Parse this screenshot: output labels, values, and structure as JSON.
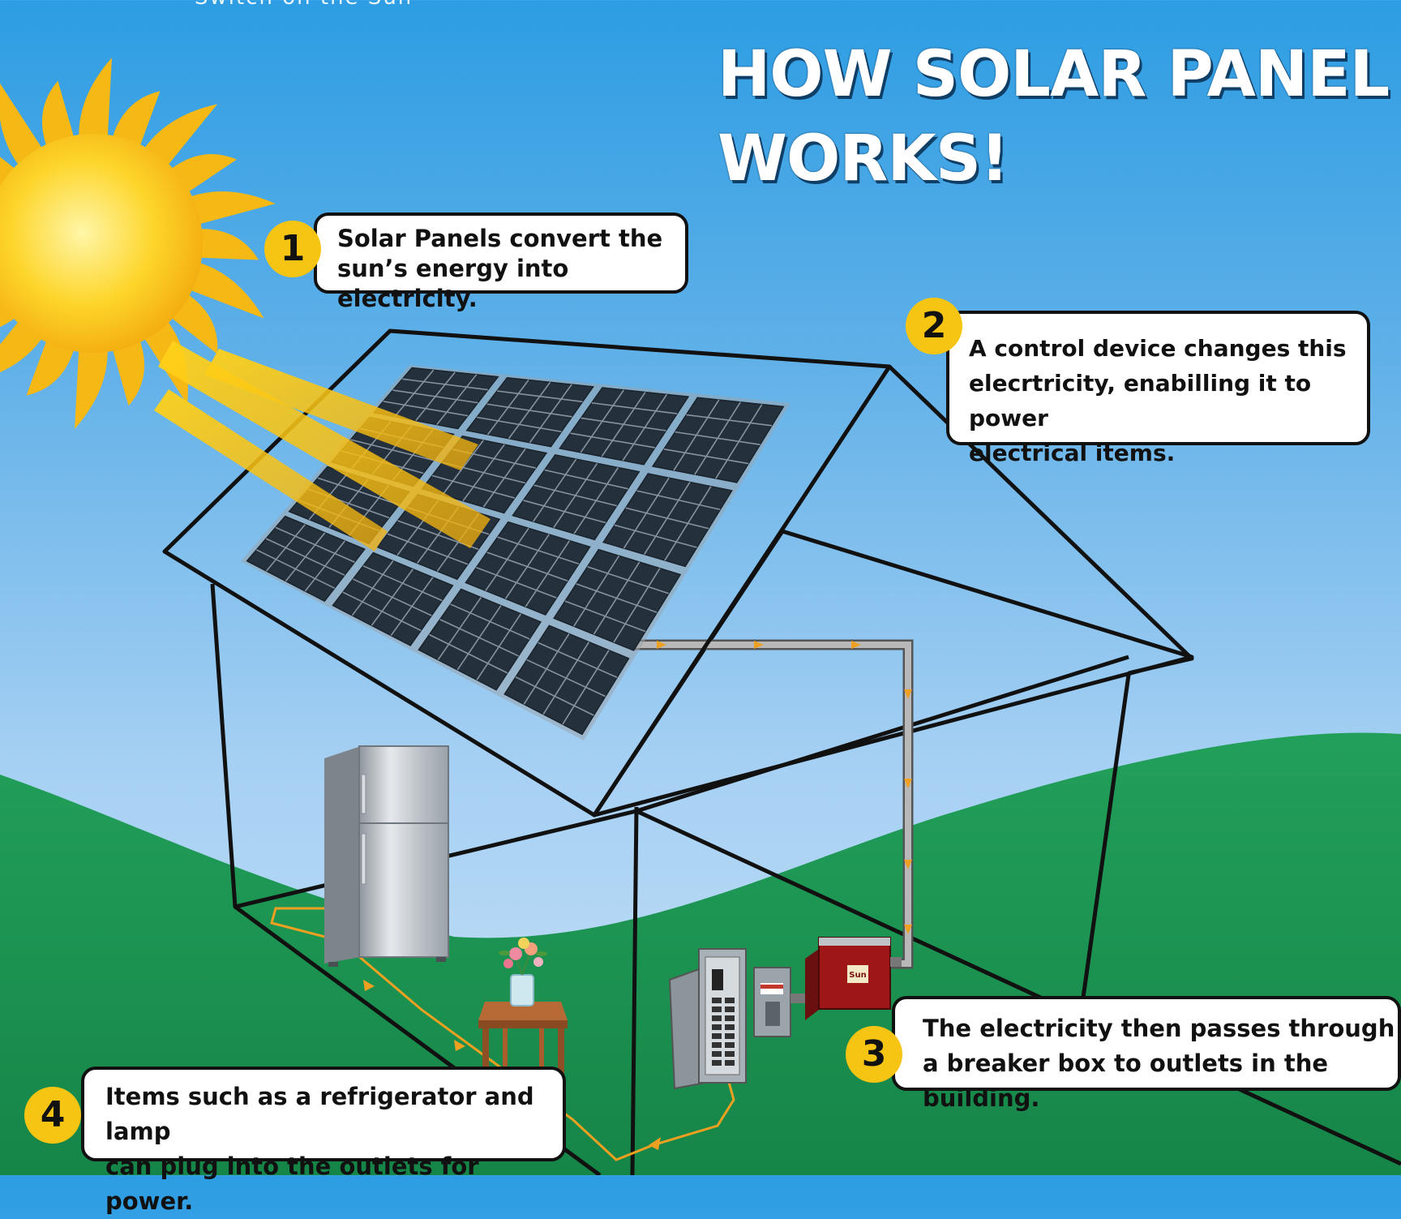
{
  "tagline": "Switch on the Sun",
  "title": {
    "line1": "HOW SOLAR PANEL",
    "line2": "WORKS!"
  },
  "steps": [
    {
      "number": "1",
      "lines": [
        "Solar Panels convert the",
        "sun’s energy into electricity."
      ]
    },
    {
      "number": "2",
      "lines": [
        "A control device changes this",
        "elecrtricity, enabilling it to power",
        "electrical items."
      ]
    },
    {
      "number": "3",
      "lines": [
        "The electricity then passes through",
        "a breaker box to outlets in the building."
      ]
    },
    {
      "number": "4",
      "lines": [
        "Items such as a refrigerator and lamp",
        "can plug into the outlets for power."
      ]
    }
  ],
  "inverter_label": "Sun",
  "colors": {
    "sky_top": "#2d9de3",
    "grass": "#1f9a55",
    "sun": "#f9c31a",
    "badge": "#f6c514",
    "wire": "#f0a020",
    "panel": "#24303b"
  }
}
